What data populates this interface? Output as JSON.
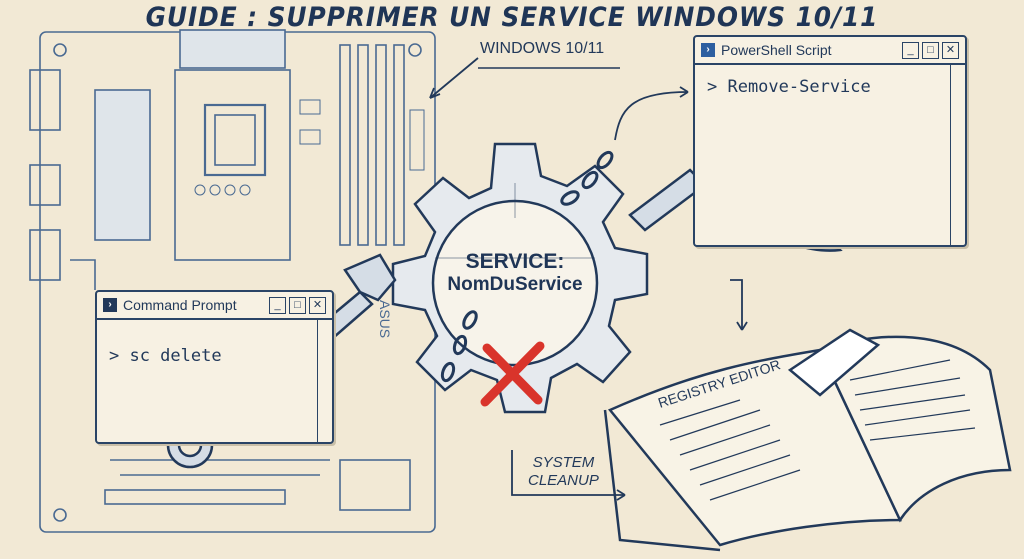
{
  "title": "GUIDE : SUPPRIMER UN SERVICE WINDOWS 10/11",
  "os_label": "WINDOWS 10/11",
  "powershell_window": {
    "title": "PowerShell Script",
    "command": "> Remove-Service",
    "icon": "powershell-icon"
  },
  "cmd_window": {
    "title": "Command Prompt",
    "command": "> sc delete",
    "icon": "cmd-icon"
  },
  "gear": {
    "line1": "SERVICE:",
    "line2": "NomDuService"
  },
  "book_label": "REGISTRY EDITOR",
  "cleanup_label": {
    "line1": "SYSTEM",
    "line2": "CLEANUP"
  },
  "board_logo": "ASUS",
  "colors": {
    "ink": "#22395a",
    "paper": "#f2e9d5",
    "cross": "#d9342b"
  }
}
